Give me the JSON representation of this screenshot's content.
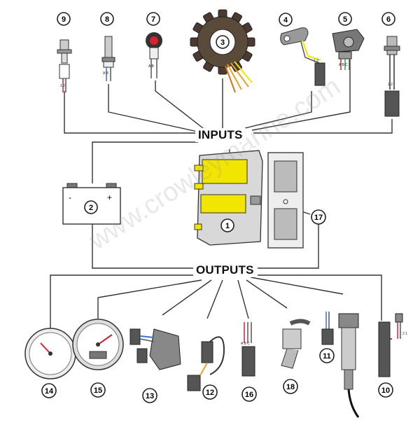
{
  "headings": {
    "inputs": "INPUTS",
    "outputs": "OUTPUTS"
  },
  "watermark": "www.crowleymarine.com",
  "components": [
    {
      "id": "callout-1",
      "label": "1"
    },
    {
      "id": "callout-2",
      "label": "2"
    },
    {
      "id": "callout-3",
      "label": "3"
    },
    {
      "id": "callout-4",
      "label": "4"
    },
    {
      "id": "callout-5",
      "label": "5"
    },
    {
      "id": "callout-6",
      "label": "6"
    },
    {
      "id": "callout-7",
      "label": "7"
    },
    {
      "id": "callout-8",
      "label": "8"
    },
    {
      "id": "callout-9",
      "label": "9"
    },
    {
      "id": "callout-10",
      "label": "10"
    },
    {
      "id": "callout-11",
      "label": "11"
    },
    {
      "id": "callout-12",
      "label": "12"
    },
    {
      "id": "callout-13",
      "label": "13"
    },
    {
      "id": "callout-14",
      "label": "14"
    },
    {
      "id": "callout-15",
      "label": "15"
    },
    {
      "id": "callout-16",
      "label": "16"
    },
    {
      "id": "callout-17",
      "label": "17"
    },
    {
      "id": "callout-18",
      "label": "18"
    }
  ],
  "pin_labels": {
    "sensor_9": "1 2",
    "sensor_8": "A B",
    "sensor_7": "A B",
    "sensor_4": "1 2",
    "sensor_5": "A B C",
    "sensor_6": "1 2",
    "actuator_16": "A B C",
    "actuator_10": "2 1"
  },
  "battery_terminals": {
    "negative": "-",
    "positive": "+"
  },
  "colors": {
    "line": "#333333",
    "ecm_yellow": "#f2e600",
    "wire_orange": "#f0a020",
    "wire_blue": "#3a6fd8",
    "wire_red": "#d82030",
    "component_gray": "#c8c8c8"
  }
}
